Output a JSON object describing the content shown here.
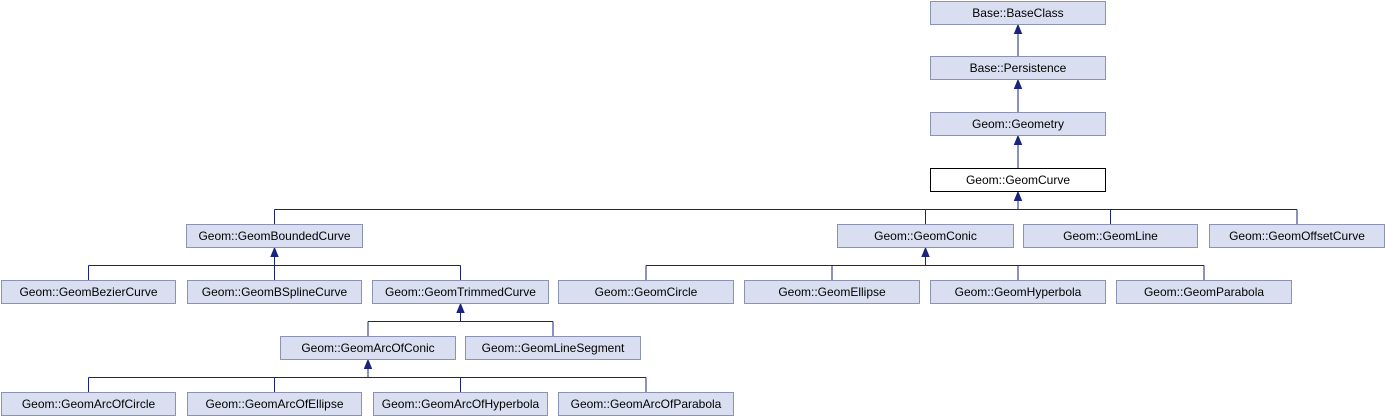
{
  "diagram": {
    "nodes": [
      {
        "id": "baseclass",
        "label": "Base::BaseClass",
        "highlight": false
      },
      {
        "id": "persistence",
        "label": "Base::Persistence",
        "highlight": false
      },
      {
        "id": "geometry",
        "label": "Geom::Geometry",
        "highlight": false
      },
      {
        "id": "geomcurve",
        "label": "Geom::GeomCurve",
        "highlight": true
      },
      {
        "id": "boundedcurve",
        "label": "Geom::GeomBoundedCurve",
        "highlight": false
      },
      {
        "id": "conic",
        "label": "Geom::GeomConic",
        "highlight": false
      },
      {
        "id": "line",
        "label": "Geom::GeomLine",
        "highlight": false
      },
      {
        "id": "offsetcurve",
        "label": "Geom::GeomOffsetCurve",
        "highlight": false
      },
      {
        "id": "beziercurve",
        "label": "Geom::GeomBezierCurve",
        "highlight": false
      },
      {
        "id": "bsplinecurve",
        "label": "Geom::GeomBSplineCurve",
        "highlight": false
      },
      {
        "id": "trimmedcurve",
        "label": "Geom::GeomTrimmedCurve",
        "highlight": false
      },
      {
        "id": "circle",
        "label": "Geom::GeomCircle",
        "highlight": false
      },
      {
        "id": "ellipse",
        "label": "Geom::GeomEllipse",
        "highlight": false
      },
      {
        "id": "hyperbola",
        "label": "Geom::GeomHyperbola",
        "highlight": false
      },
      {
        "id": "parabola",
        "label": "Geom::GeomParabola",
        "highlight": false
      },
      {
        "id": "arcofconic",
        "label": "Geom::GeomArcOfConic",
        "highlight": false
      },
      {
        "id": "linesegment",
        "label": "Geom::GeomLineSegment",
        "highlight": false
      },
      {
        "id": "arcofcircle",
        "label": "Geom::GeomArcOfCircle",
        "highlight": false
      },
      {
        "id": "arcofellipse",
        "label": "Geom::GeomArcOfEllipse",
        "highlight": false
      },
      {
        "id": "arcofhyperbola",
        "label": "Geom::GeomArcOfHyperbola",
        "highlight": false
      },
      {
        "id": "arcofparabola",
        "label": "Geom::GeomArcOfParabola",
        "highlight": false
      }
    ],
    "edges": [
      {
        "from": "persistence",
        "to": "baseclass"
      },
      {
        "from": "geometry",
        "to": "persistence"
      },
      {
        "from": "geomcurve",
        "to": "geometry"
      },
      {
        "from": "boundedcurve",
        "to": "geomcurve"
      },
      {
        "from": "conic",
        "to": "geomcurve"
      },
      {
        "from": "line",
        "to": "geomcurve"
      },
      {
        "from": "offsetcurve",
        "to": "geomcurve"
      },
      {
        "from": "beziercurve",
        "to": "boundedcurve"
      },
      {
        "from": "bsplinecurve",
        "to": "boundedcurve"
      },
      {
        "from": "trimmedcurve",
        "to": "boundedcurve"
      },
      {
        "from": "circle",
        "to": "conic"
      },
      {
        "from": "ellipse",
        "to": "conic"
      },
      {
        "from": "hyperbola",
        "to": "conic"
      },
      {
        "from": "parabola",
        "to": "conic"
      },
      {
        "from": "arcofconic",
        "to": "trimmedcurve"
      },
      {
        "from": "linesegment",
        "to": "trimmedcurve"
      },
      {
        "from": "arcofcircle",
        "to": "arcofconic"
      },
      {
        "from": "arcofellipse",
        "to": "arcofconic"
      },
      {
        "from": "arcofhyperbola",
        "to": "arcofconic"
      },
      {
        "from": "arcofparabola",
        "to": "arcofconic"
      }
    ]
  }
}
